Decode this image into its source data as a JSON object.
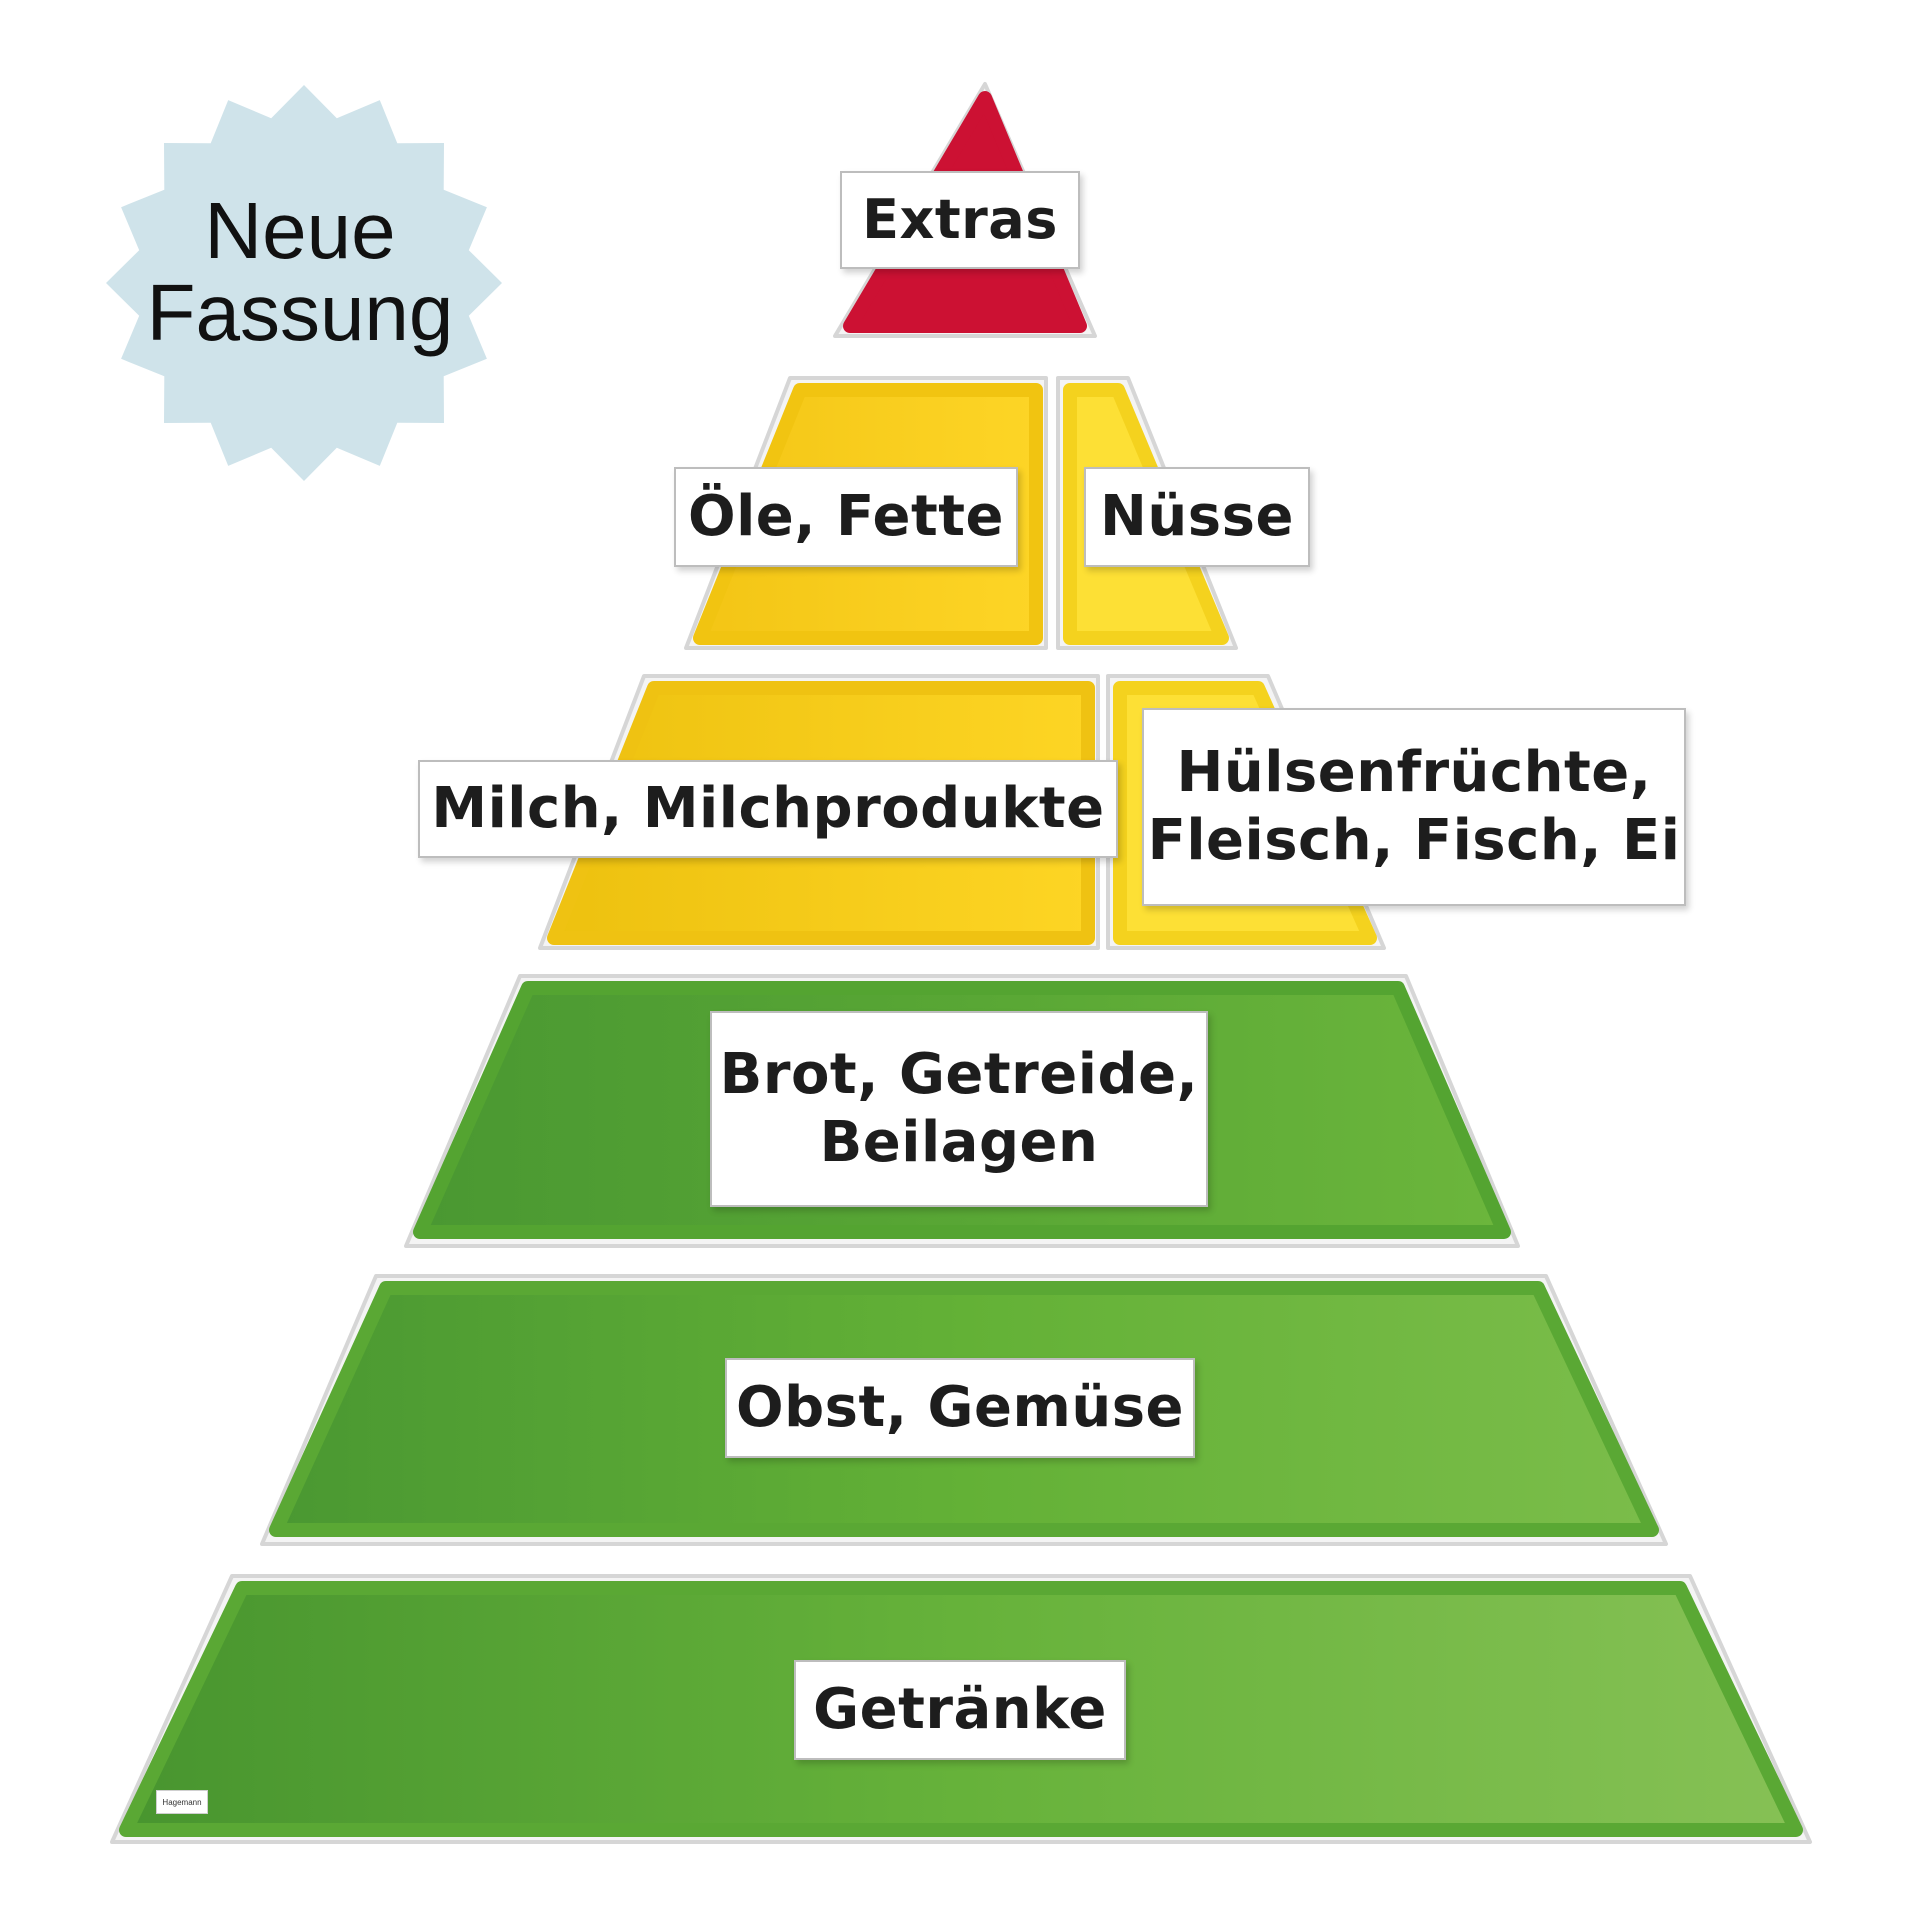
{
  "badge": {
    "line1": "Neue",
    "line2": "Fassung",
    "color": "#cfe3ea"
  },
  "levels": {
    "extras": {
      "label": "Extras",
      "color": "#cc1133"
    },
    "oele": {
      "label": "Öle, Fette",
      "color": "#fccf1c"
    },
    "nuesse": {
      "label": "Nüsse",
      "color": "#fde035"
    },
    "milch": {
      "label": "Milch, Milchprodukte",
      "color": "#fcd21e"
    },
    "huelsen": {
      "line1": "Hülsenfrüchte,",
      "line2": "Fleisch, Fisch, Ei",
      "color": "#fde035"
    },
    "brot": {
      "line1": "Brot, Getreide,",
      "line2": "Beilagen",
      "color": "#5ea836"
    },
    "obst": {
      "label": "Obst, Gemüse",
      "color": "#62ad37"
    },
    "getraenke": {
      "label": "Getränke",
      "color": "#66b23c"
    }
  },
  "brand": "Hagemann"
}
